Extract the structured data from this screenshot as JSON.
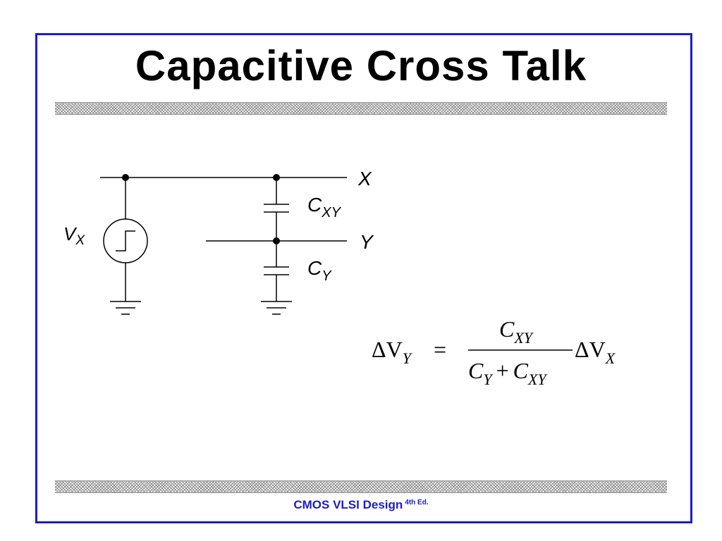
{
  "slide": {
    "title": "Capacitive Cross Talk",
    "footer": {
      "text": "CMOS VLSI Design",
      "superscript": "4th Ed."
    }
  },
  "circuit": {
    "source_label": "V",
    "source_sub": "X",
    "node_x_label": "X",
    "node_y_label": "Y",
    "cap_xy_label": "C",
    "cap_xy_sub": "XY",
    "cap_y_label": "C",
    "cap_y_sub": "Y"
  },
  "equation": {
    "lhs": "ΔV",
    "lhs_sub": "Y",
    "equals": "=",
    "num": "C",
    "num_sub": "XY",
    "den_c1": "C",
    "den_c1_sub": "Y",
    "den_plus": "+",
    "den_c2": "C",
    "den_c2_sub": "XY",
    "rhs": "ΔV",
    "rhs_sub": "X"
  },
  "colors": {
    "frame": "#1c1ccf",
    "footer": "#1c1ccf",
    "ink": "#000000"
  }
}
